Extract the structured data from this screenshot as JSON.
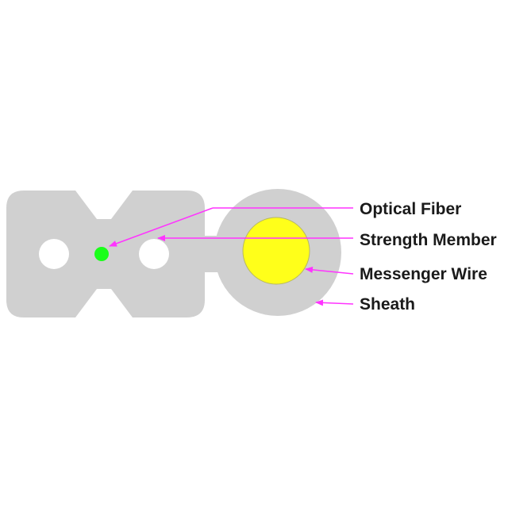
{
  "labels": {
    "optical_fiber": "Optical Fiber",
    "strength_member": "Strength Member",
    "messenger_wire": "Messenger Wire",
    "sheath": "Sheath"
  },
  "colors": {
    "sheath": "#d0d0d0",
    "optical_fiber": "#1aff1a",
    "messenger_wire": "#ffff1a",
    "messenger_wire_outline": "#b8b860",
    "leader": "#ff33ff",
    "background": "#ffffff",
    "text": "#1a1a1a"
  }
}
